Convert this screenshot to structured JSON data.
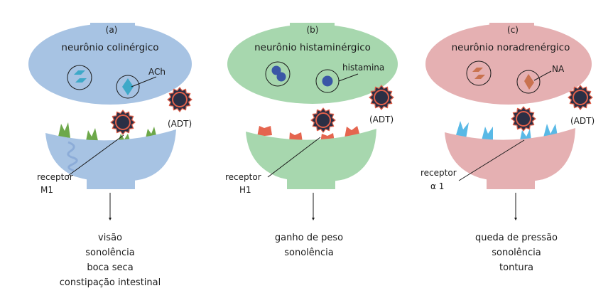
{
  "colors": {
    "cholinergic": "#a7c3e3",
    "histaminergic": "#a7d7ae",
    "noradrenergic": "#e5b0b2",
    "ach_molecule": "#3ea9c8",
    "histamine_molecule": "#3a57a6",
    "na_molecule": "#c9724f",
    "m1_receptor": "#6da84a",
    "h1_receptor": "#e5654f",
    "alpha1_receptor": "#59b9e6",
    "adt_core": "#2b2f45",
    "adt_ring": "#e2604a"
  },
  "panels": [
    {
      "id": "a",
      "panel_label": "(a)",
      "neuron_label": "neurônio colinérgico",
      "neurotransmitter_label": "ACh",
      "drug_label": "(ADT)",
      "receptor_label_line1": "receptor",
      "receptor_label_line2": "M1",
      "effects": [
        "visão",
        "sonolência",
        "boca seca",
        "constipação intestinal"
      ]
    },
    {
      "id": "b",
      "panel_label": "(b)",
      "neuron_label": "neurônio histaminérgico",
      "neurotransmitter_label": "histamina",
      "drug_label": "(ADT)",
      "receptor_label_line1": "receptor",
      "receptor_label_line2": "H1",
      "effects": [
        "ganho de peso",
        "sonolência"
      ]
    },
    {
      "id": "c",
      "panel_label": "(c)",
      "neuron_label": "neurônio noradrenérgico",
      "neurotransmitter_label": "NA",
      "drug_label": "(ADT)",
      "receptor_label_line1": "receptor",
      "receptor_label_line2": "α 1",
      "effects": [
        "queda de pressão",
        "sonolência",
        "tontura"
      ]
    }
  ]
}
